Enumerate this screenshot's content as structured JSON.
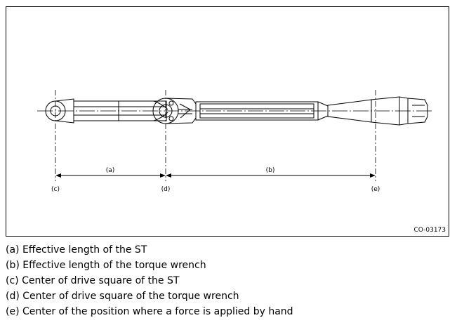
{
  "figure": {
    "code": "CO-03173",
    "labels": {
      "a": "(a)",
      "b": "(b)",
      "c": "(c)",
      "d": "(d)",
      "e": "(e)"
    }
  },
  "legend": {
    "items": [
      "(a) Effective length of the ST",
      "(b) Effective length of the torque wrench",
      "(c) Center of drive square of the ST",
      "(d) Center of drive square of the torque wrench",
      "(e) Center of the position where a force is applied by hand"
    ]
  }
}
